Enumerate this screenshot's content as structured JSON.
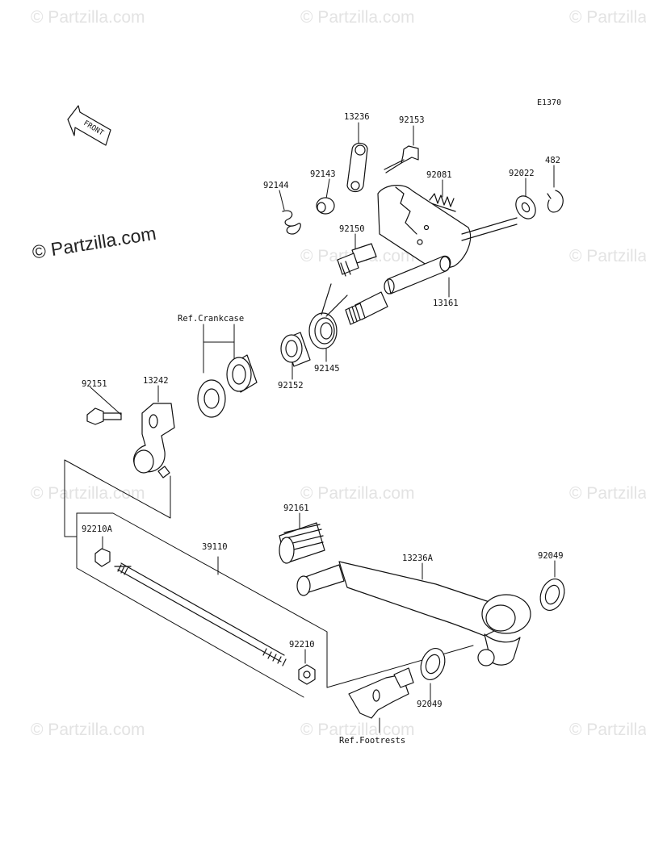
{
  "diagram": {
    "code": "E1370",
    "watermark": "© Partzilla.com",
    "front_arrow_label": "FRONT",
    "parts": {
      "p13236": "13236",
      "p92153": "92153",
      "p92143": "92143",
      "p92081": "92081",
      "p92022": "92022",
      "p482": "482",
      "p92144": "92144",
      "p92150": "92150",
      "p13161": "13161",
      "p92145": "92145",
      "p92152": "92152",
      "p92151": "92151",
      "p13242": "13242",
      "p92161": "92161",
      "p13236A": "13236A",
      "p92049a": "92049",
      "p92049b": "92049",
      "p92210A": "92210A",
      "p39110": "39110",
      "p92210": "92210"
    },
    "refs": {
      "crankcase": "Ref.Crankcase",
      "footrests": "Ref.Footrests"
    }
  }
}
